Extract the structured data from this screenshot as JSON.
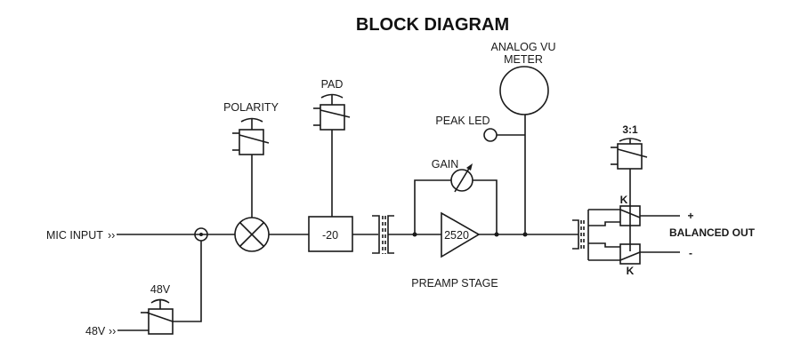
{
  "title": "BLOCK DIAGRAM",
  "inputs": {
    "mic_input": "MIC INPUT",
    "phantom_input": "48V",
    "input_arrow": "››"
  },
  "switches": {
    "phantom": "48V",
    "polarity": "POLARITY",
    "pad": "PAD",
    "ratio": "3:1"
  },
  "blocks": {
    "pad_value": "-20",
    "amplifier": "2520",
    "gain": "GAIN",
    "preamp_stage": "PREAMP STAGE"
  },
  "meters": {
    "vu_line1": "ANALOG VU",
    "vu_line2": "METER",
    "peak_led": "PEAK LED"
  },
  "output": {
    "relay_top": "K",
    "relay_bottom": "K",
    "plus": "+",
    "minus": "-",
    "label": "BALANCED OUT"
  }
}
